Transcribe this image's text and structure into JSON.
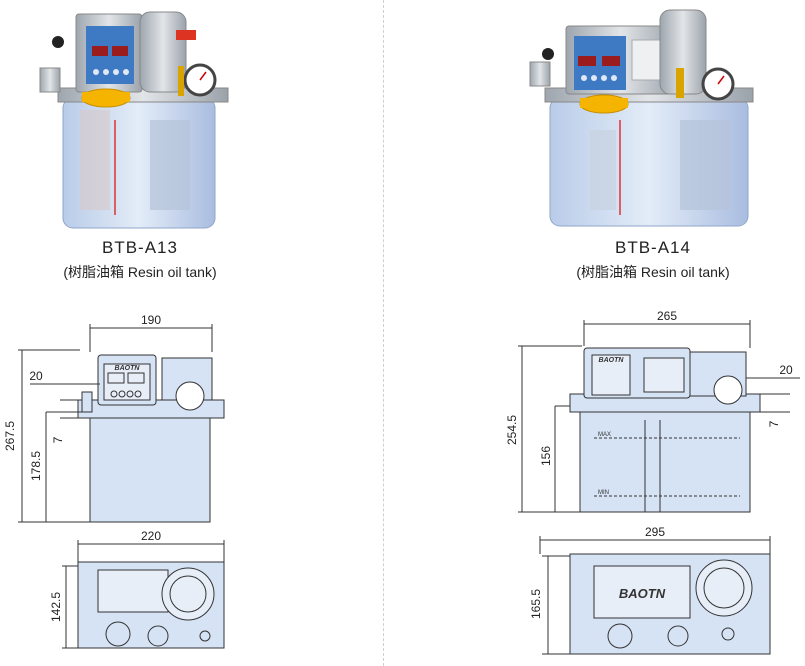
{
  "products": [
    {
      "model": "BTB-A13",
      "subtitle": "(树脂油箱 Resin oil tank)",
      "brand": "BAOTN",
      "dims": {
        "top_width": "190",
        "side_20": "20",
        "side_7": "7",
        "height_total": "267.5",
        "height_mid": "178.5",
        "bottom_width": "220",
        "bottom_depth": "142.5"
      }
    },
    {
      "model": "BTB-A14",
      "subtitle": "(树脂油箱 Resin oil tank)",
      "brand": "BAOTN",
      "dims": {
        "top_width": "265",
        "side_20": "20",
        "side_7": "7",
        "height_total": "254.5",
        "height_mid": "156",
        "bottom_width": "295",
        "bottom_depth": "165.5"
      },
      "level_max": "MAX",
      "level_min": "MIN"
    }
  ],
  "colors": {
    "tank": "#cfe2f3",
    "metal": "#c7ccd2",
    "panel": "#3e79c4",
    "cap": "#f4b400",
    "line": "#333333"
  }
}
